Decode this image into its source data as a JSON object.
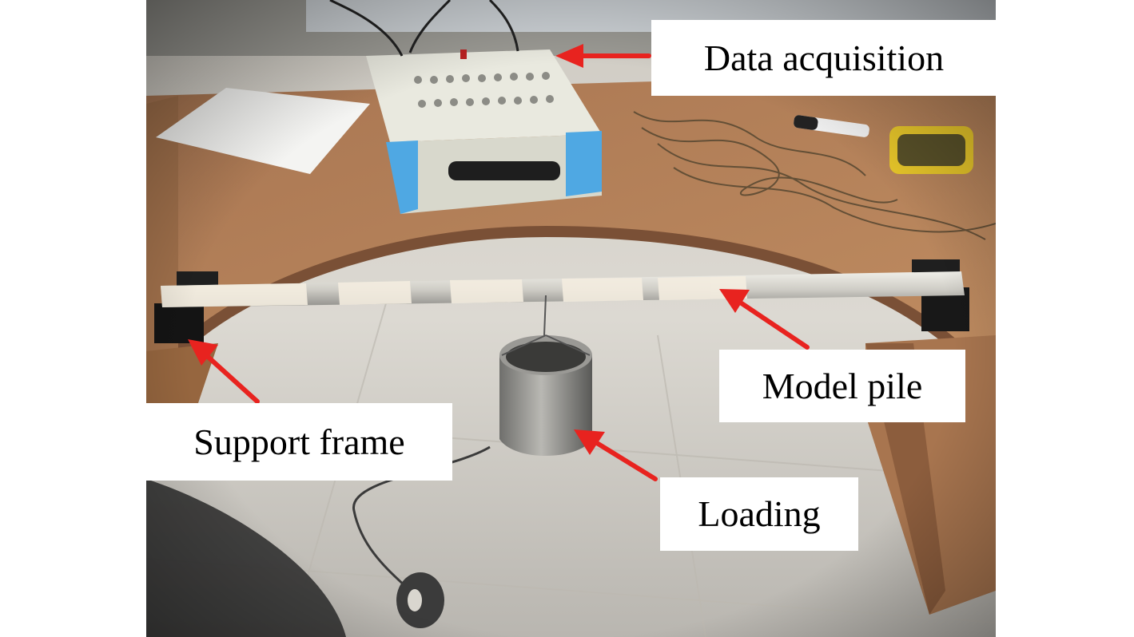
{
  "labels": {
    "data_acquisition": "Data acquisition",
    "model_pile": "Model pile",
    "support_frame": "Support frame",
    "loading": "Loading"
  },
  "colors": {
    "arrow": "#e8231f",
    "desk": "#b58157",
    "floor": "#d9d6cf",
    "device_body": "#e6e6dc",
    "device_bumper": "#4fa8e3",
    "pile": "#c9c8c4"
  }
}
